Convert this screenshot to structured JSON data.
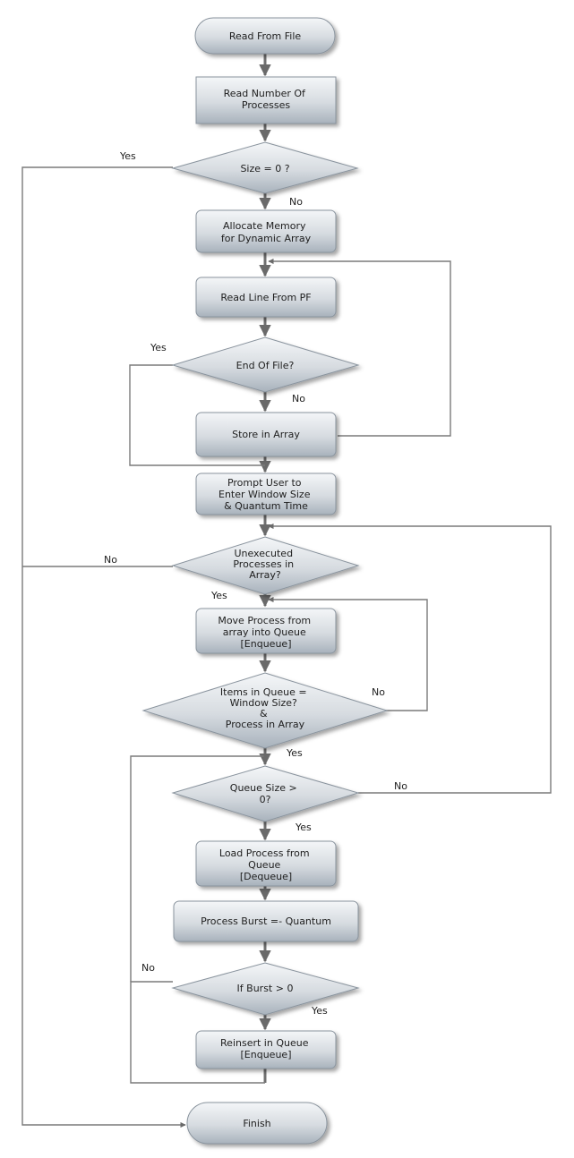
{
  "nodes": {
    "start": [
      "Read From File"
    ],
    "read_num": [
      "Read Number Of",
      "Processes"
    ],
    "size_check": [
      "Size = 0 ?"
    ],
    "allocate": [
      "Allocate Memory",
      "for Dynamic Array"
    ],
    "read_line": [
      "Read Line From PF"
    ],
    "eof_check": [
      "End Of File?"
    ],
    "store": [
      "Store in Array"
    ],
    "prompt": [
      "Prompt User to",
      "Enter Window Size",
      "& Quantum Time"
    ],
    "unexec_check": [
      "Unexecuted",
      "Processes in",
      "Array?"
    ],
    "move": [
      "Move Process from",
      "array into Queue",
      "[Enqueue]"
    ],
    "items_check": [
      "Items in Queue =",
      "Window Size?",
      "&",
      "Process in Array"
    ],
    "queue_check": [
      "Queue Size >",
      "0?"
    ],
    "load": [
      "Load Process from",
      "Queue",
      "[Dequeue]"
    ],
    "burst": [
      "Process Burst =- Quantum"
    ],
    "burst_check": [
      "If Burst > 0"
    ],
    "reinsert": [
      "Reinsert in Queue",
      "[Enqueue]"
    ],
    "finish": [
      "Finish"
    ]
  },
  "edge_labels": {
    "size_yes": "Yes",
    "size_no": "No",
    "eof_yes": "Yes",
    "eof_no": "No",
    "unexec_no": "No",
    "unexec_yes": "Yes",
    "items_no": "No",
    "items_yes": "Yes",
    "queue_no": "No",
    "queue_yes": "Yes",
    "burst_no": "No",
    "burst_yes": "Yes"
  },
  "colors": {
    "shape_light": "#f4f6f8",
    "shape_dark": "#a8b2bc",
    "shape_stroke": "#8a949e",
    "connector": "#707070",
    "text": "#1e1e1e"
  }
}
